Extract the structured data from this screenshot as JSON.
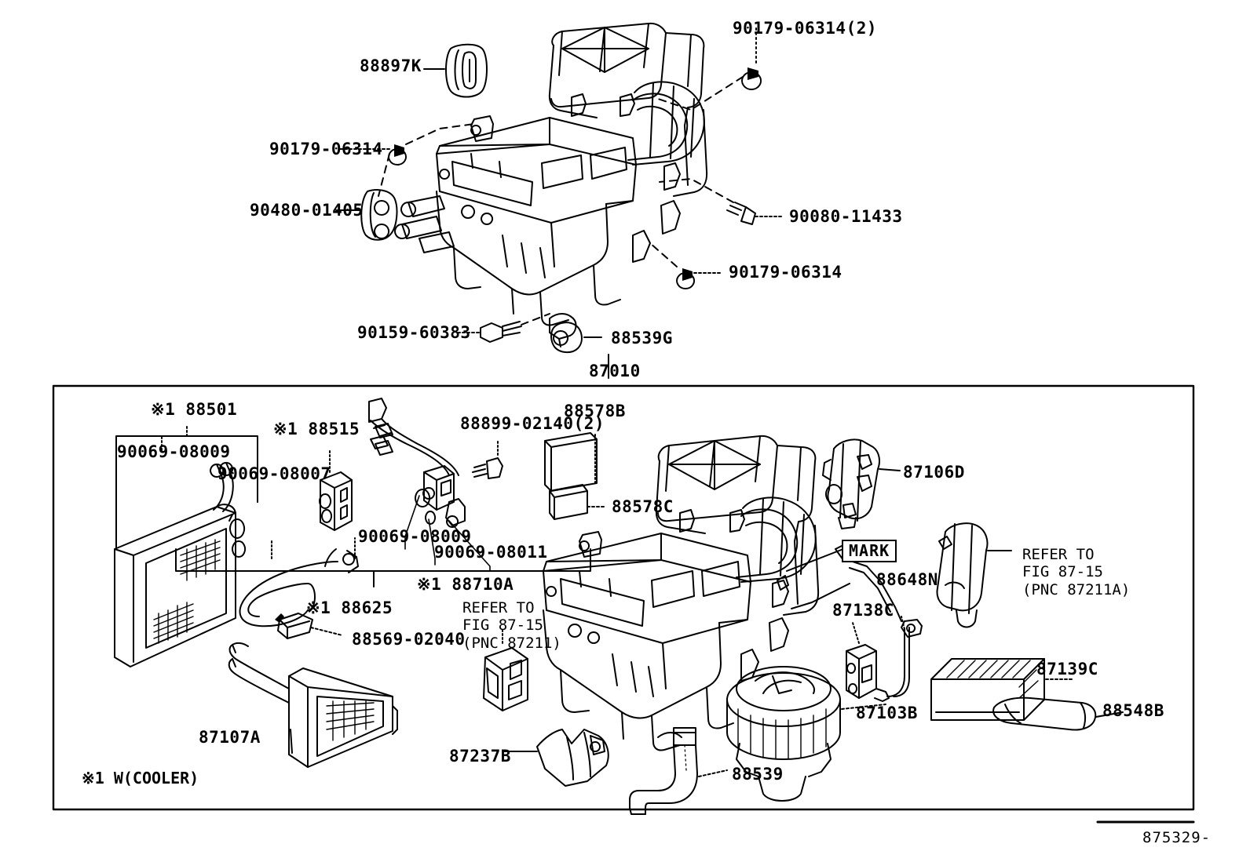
{
  "diagram": {
    "figure_code": "875329-",
    "footnote": "※1 W(COOLER)",
    "upper_assembly_label": "87010"
  },
  "upper_panel": {
    "labels": [
      {
        "id": "l-88897k",
        "text": "88897K"
      },
      {
        "id": "l-90179-2",
        "text": "90179-06314(2)"
      },
      {
        "id": "l-90179-a",
        "text": "90179-06314"
      },
      {
        "id": "l-90480",
        "text": "90480-01405"
      },
      {
        "id": "l-90080",
        "text": "90080-11433"
      },
      {
        "id": "l-90179-b",
        "text": "90179-06314"
      },
      {
        "id": "l-90159",
        "text": "90159-60383"
      },
      {
        "id": "l-88539g",
        "text": "88539G"
      },
      {
        "id": "l-87010",
        "text": "87010"
      }
    ]
  },
  "lower_panel": {
    "labels": [
      {
        "id": "l-88501",
        "text": "※1 88501"
      },
      {
        "id": "l-90069-08009a",
        "text": "90069-08009"
      },
      {
        "id": "l-90069-08007",
        "text": "90069-08007"
      },
      {
        "id": "l-88515",
        "text": "※1 88515"
      },
      {
        "id": "l-88899",
        "text": "88899-02140(2)"
      },
      {
        "id": "l-88578b",
        "text": "88578B"
      },
      {
        "id": "l-88578c",
        "text": "88578C"
      },
      {
        "id": "l-90069-08009b",
        "text": "90069-08009"
      },
      {
        "id": "l-90069-08011",
        "text": "90069-08011"
      },
      {
        "id": "l-88710a",
        "text": "※1 88710A"
      },
      {
        "id": "l-88625",
        "text": "※1 88625"
      },
      {
        "id": "l-88569",
        "text": "88569-02040"
      },
      {
        "id": "l-87107a",
        "text": "87107A"
      },
      {
        "id": "l-87237b",
        "text": "87237B"
      },
      {
        "id": "l-88539",
        "text": "88539"
      },
      {
        "id": "l-87103b",
        "text": "87103B"
      },
      {
        "id": "l-87138c",
        "text": "87138C"
      },
      {
        "id": "l-88648n",
        "text": "88648N"
      },
      {
        "id": "l-87106d",
        "text": "87106D"
      },
      {
        "id": "l-87139c",
        "text": "87139C"
      },
      {
        "id": "l-88548b",
        "text": "88548B"
      }
    ],
    "mark_label": "MARK",
    "refer_blocks": [
      {
        "id": "refer-87211",
        "line1": "REFER TO",
        "line2": "FIG 87-15",
        "line3": "(PNC 87211)"
      },
      {
        "id": "refer-87211a",
        "line1": "REFER TO",
        "line2": "FIG 87-15",
        "line3": "(PNC 87211A)"
      }
    ]
  }
}
